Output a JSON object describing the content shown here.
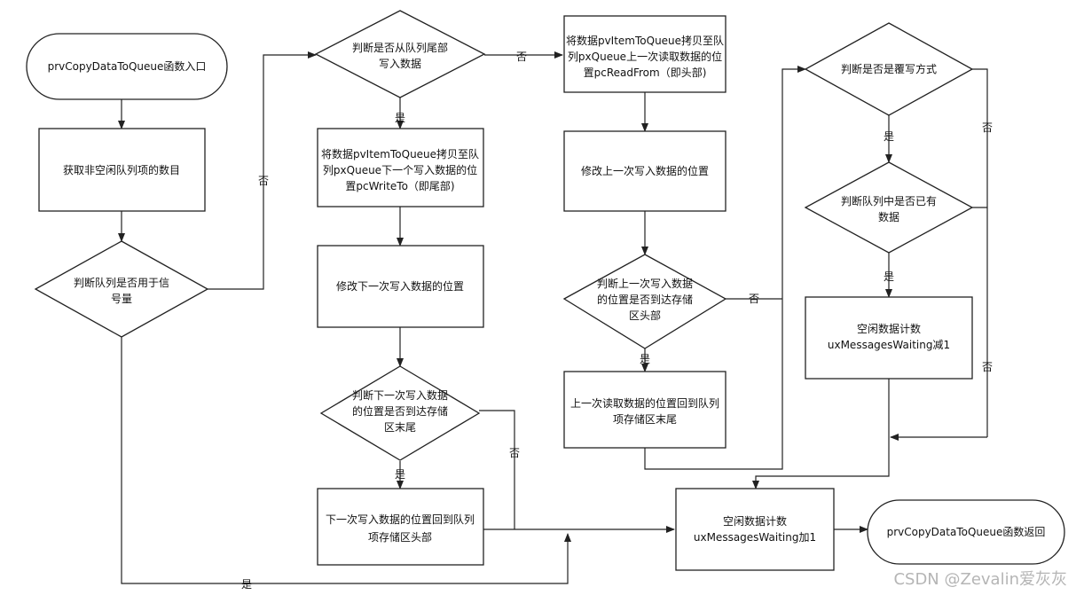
{
  "nodes": {
    "start": "prvCopyDataToQueue函数入口",
    "get_count": "获取非空闲队列项的数目",
    "is_semaphore": [
      "判断队列是否用于信",
      "号量"
    ],
    "from_tail": [
      "判断是否从队列尾部",
      "写入数据"
    ],
    "copy_to_write": [
      "将数据pvItemToQueue拷贝至队",
      "列pxQueue下一个写入数据的位",
      "置pcWriteTo（即尾部)"
    ],
    "update_write": "修改下一次写入数据的位置",
    "write_end": [
      "判断下一次写入数据",
      "的位置是否到达存储",
      "区末尾"
    ],
    "write_reset": [
      "下一次写入数据的位置回到队列",
      "项存储区头部"
    ],
    "copy_to_read": [
      "将数据pvItemToQueue拷贝至队",
      "列pxQueue上一次读取数据的位",
      "置pcReadFrom（即头部)"
    ],
    "update_read": "修改上一次写入数据的位置",
    "read_head": [
      "判断上一次写入数据",
      "的位置是否到达存储",
      "区头部"
    ],
    "read_reset": [
      "上一次读取数据的位置回到队列",
      "项存储区末尾"
    ],
    "overwrite": "判断是否是覆写方式",
    "has_data": [
      "判断队列中是否已有",
      "数据"
    ],
    "dec_count": [
      "空闲数据计数",
      "uxMessagesWaiting减1"
    ],
    "inc_count": [
      "空闲数据计数",
      "uxMessagesWaiting加1"
    ],
    "end": "prvCopyDataToQueue函数返回"
  },
  "edge_labels": {
    "yes": "是",
    "no": "否"
  },
  "watermark": "CSDN @Zevalin爱灰灰"
}
